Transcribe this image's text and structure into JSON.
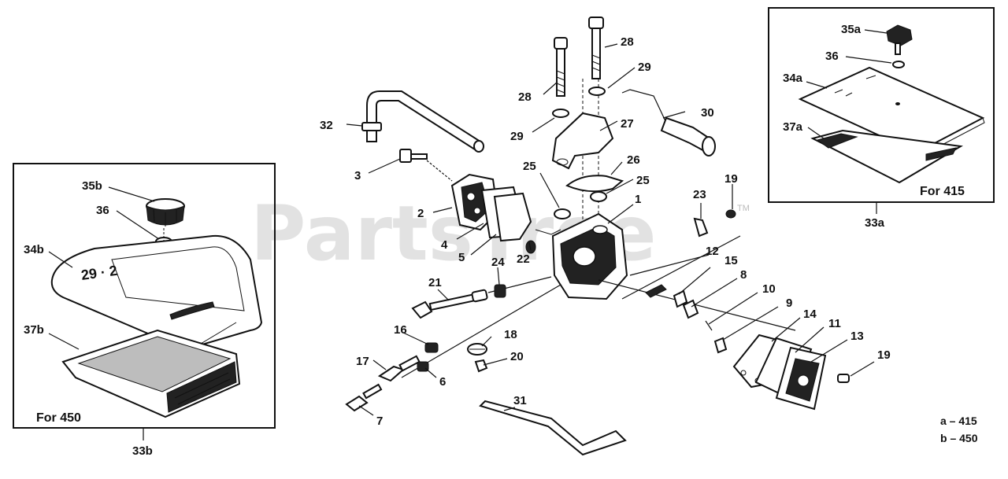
{
  "watermark": "PartsTree",
  "trademark": "TM",
  "part_labels": [
    {
      "id": "p1",
      "text": "1"
    },
    {
      "id": "p2",
      "text": "2"
    },
    {
      "id": "p3",
      "text": "3"
    },
    {
      "id": "p4",
      "text": "4"
    },
    {
      "id": "p5",
      "text": "5"
    },
    {
      "id": "p6",
      "text": "6"
    },
    {
      "id": "p7",
      "text": "7"
    },
    {
      "id": "p8",
      "text": "8"
    },
    {
      "id": "p9",
      "text": "9"
    },
    {
      "id": "p10",
      "text": "10"
    },
    {
      "id": "p11",
      "text": "11"
    },
    {
      "id": "p12",
      "text": "12"
    },
    {
      "id": "p13",
      "text": "13"
    },
    {
      "id": "p14",
      "text": "14"
    },
    {
      "id": "p15",
      "text": "15"
    },
    {
      "id": "p16",
      "text": "16"
    },
    {
      "id": "p17",
      "text": "17"
    },
    {
      "id": "p18",
      "text": "18"
    },
    {
      "id": "p19a",
      "text": "19"
    },
    {
      "id": "p19b",
      "text": "19"
    },
    {
      "id": "p20",
      "text": "20"
    },
    {
      "id": "p21",
      "text": "21"
    },
    {
      "id": "p22",
      "text": "22"
    },
    {
      "id": "p23",
      "text": "23"
    },
    {
      "id": "p24",
      "text": "24"
    },
    {
      "id": "p25a",
      "text": "25"
    },
    {
      "id": "p25b",
      "text": "25"
    },
    {
      "id": "p26",
      "text": "26"
    },
    {
      "id": "p27",
      "text": "27"
    },
    {
      "id": "p28a",
      "text": "28"
    },
    {
      "id": "p28b",
      "text": "28"
    },
    {
      "id": "p29a",
      "text": "29"
    },
    {
      "id": "p29b",
      "text": "29"
    },
    {
      "id": "p30",
      "text": "30"
    },
    {
      "id": "p31",
      "text": "31"
    },
    {
      "id": "p32",
      "text": "32"
    }
  ],
  "inset_left": {
    "caption": "For 450",
    "assembly": "33b",
    "labels": {
      "knob": "35b",
      "washer": "36",
      "cover": "34b",
      "filter": "37b"
    },
    "cover_marks": "29 · 2"
  },
  "inset_right": {
    "caption": "For 415",
    "assembly": "33a",
    "labels": {
      "knob": "35a",
      "washer": "36",
      "cover": "34a",
      "filter": "37a"
    }
  },
  "legend": [
    {
      "text": "a – 415"
    },
    {
      "text": "b – 450"
    }
  ]
}
